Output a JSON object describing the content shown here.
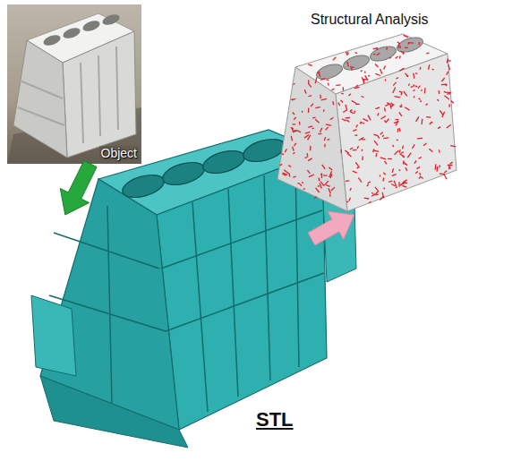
{
  "diagram": {
    "nodes": [
      {
        "text": [
          "Object"
        ]
      },
      {
        "text": [
          "STL"
        ]
      },
      {
        "text": [
          "Structural Analysis"
        ]
      }
    ],
    "edges": [
      {
        "from": 0,
        "to": 1,
        "arrow": "to"
      },
      {
        "from": 1,
        "to": 2,
        "arrow": "to"
      }
    ]
  }
}
